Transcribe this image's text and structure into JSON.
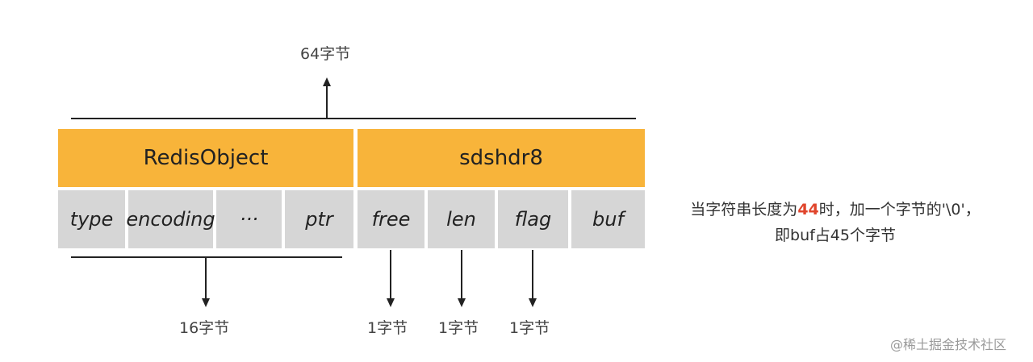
{
  "top": {
    "size_label": "64字节"
  },
  "redis_object": {
    "title": "RedisObject",
    "fields": [
      "type",
      "encoding",
      "···",
      "ptr"
    ],
    "size_label": "16字节"
  },
  "sdshdr8": {
    "title": "sdshdr8",
    "fields": [
      "free",
      "len",
      "flag",
      "buf"
    ],
    "field_size_labels": [
      "1字节",
      "1字节",
      "1字节"
    ]
  },
  "note": {
    "line1_prefix": "当字符串长度为",
    "line1_highlight": "44",
    "line1_suffix": "时，加一个字节的'\\0'，",
    "line2": "即buf占45个字节"
  },
  "watermark": "@稀土掘金技术社区",
  "colors": {
    "header_fill": "#f8b43a",
    "cell_fill": "#d6d6d6",
    "highlight": "#e0452c"
  }
}
